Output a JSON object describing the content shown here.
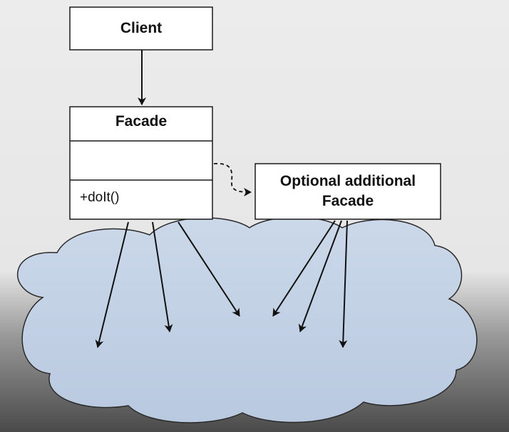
{
  "diagram": {
    "client": {
      "label": "Client"
    },
    "facade": {
      "name": "Facade",
      "method": "+doIt()"
    },
    "optional_facade": {
      "line1": "Optional additional",
      "line2": "Facade"
    }
  },
  "colors": {
    "cloud_fill": "#c5d3e6",
    "cloud_stroke": "#2a2a2a",
    "box_fill": "#ffffff",
    "box_stroke": "#1a1a1a",
    "arrow": "#111111"
  }
}
